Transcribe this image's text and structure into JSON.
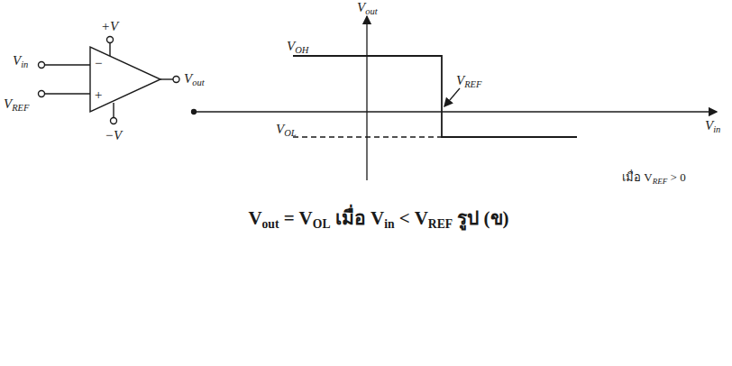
{
  "diagram": {
    "caption": "Vout = VOL เมื่อ Vin < VREF รูป (ข)",
    "labels": [
      "+V",
      "−V",
      "Vin",
      "VREF",
      "−",
      "+",
      "Vout",
      "Vout",
      "VOH",
      "VREF",
      "Vin",
      "VOL",
      "เมื่อ VREF > 0"
    ]
  }
}
